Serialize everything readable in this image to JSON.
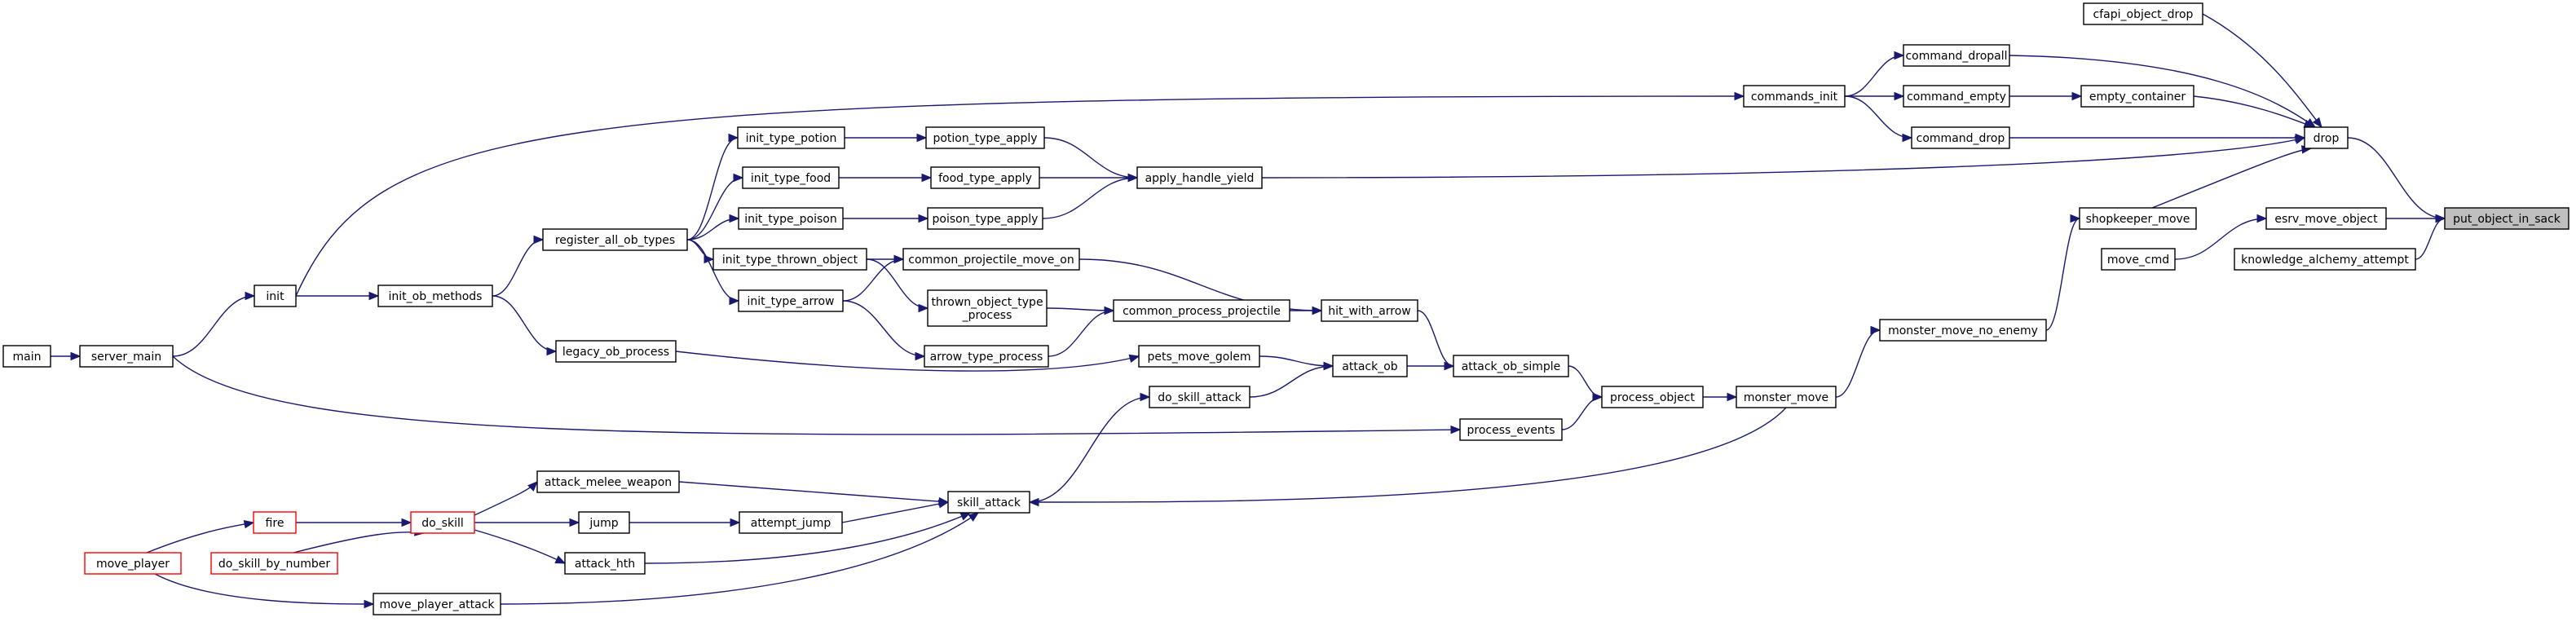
{
  "graph": {
    "direction": "right-to-left",
    "colors": {
      "edge": "#191970",
      "node_border": "#000000",
      "truncated_border": "#ff0000",
      "focus_fill": "#bfbfbf",
      "background": "#ffffff"
    },
    "nodes": {
      "put_object_in_sack": {
        "label": "put_object_in_sack",
        "style": "focus"
      },
      "drop": {
        "label": "drop"
      },
      "esrv_move_object": {
        "label": "esrv_move_object"
      },
      "knowledge_alchemy_attempt": {
        "label": "knowledge_alchemy_attempt"
      },
      "cfapi_object_drop": {
        "label": "cfapi_object_drop"
      },
      "command_dropall": {
        "label": "command_dropall"
      },
      "empty_container": {
        "label": "empty_container"
      },
      "command_empty": {
        "label": "command_empty"
      },
      "command_drop": {
        "label": "command_drop"
      },
      "commands_init": {
        "label": "commands_init"
      },
      "apply_handle_yield": {
        "label": "apply_handle_yield"
      },
      "shopkeeper_move": {
        "label": "shopkeeper_move"
      },
      "move_cmd": {
        "label": "move_cmd"
      },
      "potion_type_apply": {
        "label": "potion_type_apply"
      },
      "food_type_apply": {
        "label": "food_type_apply"
      },
      "poison_type_apply": {
        "label": "poison_type_apply"
      },
      "init_type_potion": {
        "label": "init_type_potion"
      },
      "init_type_food": {
        "label": "init_type_food"
      },
      "init_type_poison": {
        "label": "init_type_poison"
      },
      "register_all_ob_types": {
        "label": "register_all_ob_types"
      },
      "init_type_thrown_object": {
        "label": "init_type_thrown_object"
      },
      "common_projectile_move_on": {
        "label": "common_projectile_move_on"
      },
      "hit_with_arrow": {
        "label": "hit_with_arrow"
      },
      "thrown_object_type_process": {
        "label": "thrown_object_type\n_process"
      },
      "common_process_projectile": {
        "label": "common_process_projectile"
      },
      "init_type_arrow": {
        "label": "init_type_arrow"
      },
      "arrow_type_process": {
        "label": "arrow_type_process"
      },
      "attack_ob_simple": {
        "label": "attack_ob_simple"
      },
      "attack_ob": {
        "label": "attack_ob"
      },
      "pets_move_golem": {
        "label": "pets_move_golem"
      },
      "do_skill_attack": {
        "label": "do_skill_attack"
      },
      "process_object": {
        "label": "process_object"
      },
      "monster_move": {
        "label": "monster_move"
      },
      "monster_move_no_enemy": {
        "label": "monster_move_no_enemy"
      },
      "process_events": {
        "label": "process_events"
      },
      "init": {
        "label": "init"
      },
      "init_ob_methods": {
        "label": "init_ob_methods"
      },
      "legacy_ob_process": {
        "label": "legacy_ob_process"
      },
      "server_main": {
        "label": "server_main"
      },
      "main": {
        "label": "main"
      },
      "skill_attack": {
        "label": "skill_attack"
      },
      "attack_melee_weapon": {
        "label": "attack_melee_weapon"
      },
      "jump": {
        "label": "jump"
      },
      "attempt_jump": {
        "label": "attempt_jump"
      },
      "attack_hth": {
        "label": "attack_hth"
      },
      "do_skill": {
        "label": "do_skill",
        "style": "truncated"
      },
      "fire": {
        "label": "fire",
        "style": "truncated"
      },
      "do_skill_by_number": {
        "label": "do_skill_by_number",
        "style": "truncated"
      },
      "move_player": {
        "label": "move_player",
        "style": "truncated"
      },
      "move_player_attack": {
        "label": "move_player_attack"
      }
    },
    "edges": [
      [
        "drop",
        "put_object_in_sack"
      ],
      [
        "esrv_move_object",
        "put_object_in_sack"
      ],
      [
        "knowledge_alchemy_attempt",
        "put_object_in_sack"
      ],
      [
        "cfapi_object_drop",
        "drop"
      ],
      [
        "command_dropall",
        "drop"
      ],
      [
        "empty_container",
        "drop"
      ],
      [
        "command_drop",
        "drop"
      ],
      [
        "apply_handle_yield",
        "drop"
      ],
      [
        "shopkeeper_move",
        "drop"
      ],
      [
        "move_cmd",
        "esrv_move_object"
      ],
      [
        "command_empty",
        "empty_container"
      ],
      [
        "commands_init",
        "command_dropall"
      ],
      [
        "commands_init",
        "command_empty"
      ],
      [
        "commands_init",
        "command_drop"
      ],
      [
        "init",
        "commands_init"
      ],
      [
        "potion_type_apply",
        "apply_handle_yield"
      ],
      [
        "food_type_apply",
        "apply_handle_yield"
      ],
      [
        "poison_type_apply",
        "apply_handle_yield"
      ],
      [
        "init_type_potion",
        "potion_type_apply"
      ],
      [
        "init_type_food",
        "food_type_apply"
      ],
      [
        "init_type_poison",
        "poison_type_apply"
      ],
      [
        "register_all_ob_types",
        "init_type_potion"
      ],
      [
        "register_all_ob_types",
        "init_type_food"
      ],
      [
        "register_all_ob_types",
        "init_type_poison"
      ],
      [
        "register_all_ob_types",
        "init_type_thrown_object"
      ],
      [
        "register_all_ob_types",
        "init_type_arrow"
      ],
      [
        "init_type_thrown_object",
        "common_projectile_move_on"
      ],
      [
        "init_type_thrown_object",
        "thrown_object_type_process"
      ],
      [
        "init_type_arrow",
        "common_projectile_move_on"
      ],
      [
        "init_type_arrow",
        "arrow_type_process"
      ],
      [
        "common_projectile_move_on",
        "hit_with_arrow"
      ],
      [
        "thrown_object_type_process",
        "common_process_projectile"
      ],
      [
        "arrow_type_process",
        "common_process_projectile"
      ],
      [
        "common_process_projectile",
        "hit_with_arrow"
      ],
      [
        "hit_with_arrow",
        "attack_ob_simple"
      ],
      [
        "attack_ob",
        "attack_ob_simple"
      ],
      [
        "attack_ob_simple",
        "process_object"
      ],
      [
        "pets_move_golem",
        "attack_ob"
      ],
      [
        "do_skill_attack",
        "attack_ob"
      ],
      [
        "legacy_ob_process",
        "pets_move_golem"
      ],
      [
        "skill_attack",
        "do_skill_attack"
      ],
      [
        "process_object",
        "monster_move"
      ],
      [
        "process_events",
        "process_object"
      ],
      [
        "monster_move",
        "monster_move_no_enemy"
      ],
      [
        "monster_move",
        "skill_attack"
      ],
      [
        "monster_move_no_enemy",
        "shopkeeper_move"
      ],
      [
        "server_main",
        "process_events"
      ],
      [
        "init_ob_methods",
        "register_all_ob_types"
      ],
      [
        "init_ob_methods",
        "legacy_ob_process"
      ],
      [
        "init",
        "init_ob_methods"
      ],
      [
        "server_main",
        "init"
      ],
      [
        "main",
        "server_main"
      ],
      [
        "attack_melee_weapon",
        "skill_attack"
      ],
      [
        "attempt_jump",
        "skill_attack"
      ],
      [
        "attack_hth",
        "skill_attack"
      ],
      [
        "move_player_attack",
        "skill_attack"
      ],
      [
        "jump",
        "attempt_jump"
      ],
      [
        "do_skill",
        "attack_melee_weapon"
      ],
      [
        "do_skill",
        "jump"
      ],
      [
        "do_skill",
        "attack_hth"
      ],
      [
        "fire",
        "do_skill"
      ],
      [
        "do_skill_by_number",
        "do_skill"
      ],
      [
        "move_player",
        "fire"
      ],
      [
        "move_player",
        "move_player_attack"
      ]
    ]
  }
}
